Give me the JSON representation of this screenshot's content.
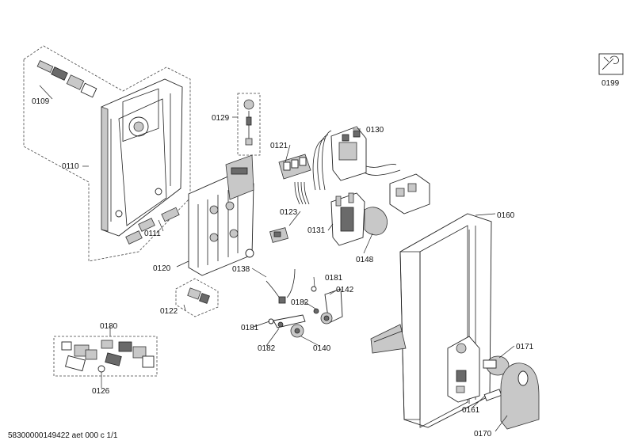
{
  "labels": {
    "p0109": "0109",
    "p0110": "0110",
    "p0111": "0111",
    "p0120": "0120",
    "p0121": "0121",
    "p0122": "0122",
    "p0123": "0123",
    "p0126": "0126",
    "p0129": "0129",
    "p0130": "0130",
    "p0131": "0131",
    "p0138": "0138",
    "p0140": "0140",
    "p0142": "0142",
    "p0148": "0148",
    "p0160": "0160",
    "p0161": "0161",
    "p0170": "0170",
    "p0171": "0171",
    "p0180": "0180",
    "p0181a": "0181",
    "p0181b": "0181",
    "p0182a": "0182",
    "p0182b": "0182",
    "p0199": "0199"
  },
  "footer": "58300000149422 aet 000 c 1/1",
  "icons": {
    "service": "wrench-service-icon"
  }
}
